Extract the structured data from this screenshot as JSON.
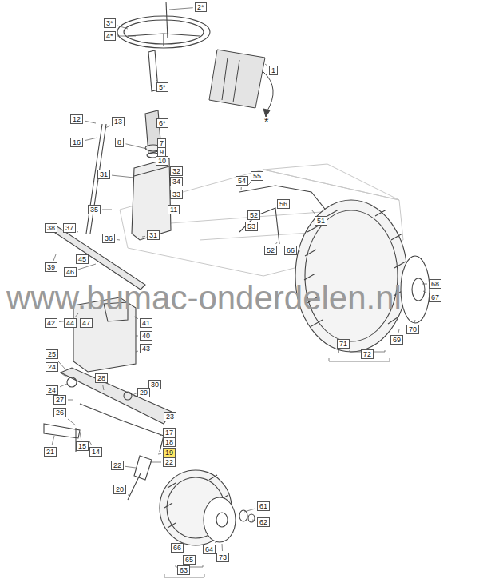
{
  "diagram": {
    "labels": [
      "2*",
      "3*",
      "4*",
      "1",
      "5*",
      "*",
      "12",
      "13",
      "6*",
      "16",
      "8",
      "7",
      "9",
      "10",
      "32",
      "31",
      "55",
      "54",
      "34",
      "33",
      "56",
      "35",
      "11",
      "52",
      "51",
      "53",
      "38",
      "37",
      "31",
      "36",
      "52",
      "66",
      "39",
      "45",
      "46",
      "68",
      "67",
      "42",
      "44",
      "47",
      "41",
      "70",
      "40",
      "69",
      "71",
      "43",
      "25",
      "72",
      "24",
      "28",
      "30",
      "24",
      "29",
      "27",
      "26",
      "23",
      "17",
      "18",
      "15",
      "21",
      "14",
      "19",
      "22",
      "22",
      "20",
      "61",
      "62",
      "66",
      "64",
      "73",
      "65",
      "63",
      "www.bumac-onderdelen.nl"
    ]
  }
}
